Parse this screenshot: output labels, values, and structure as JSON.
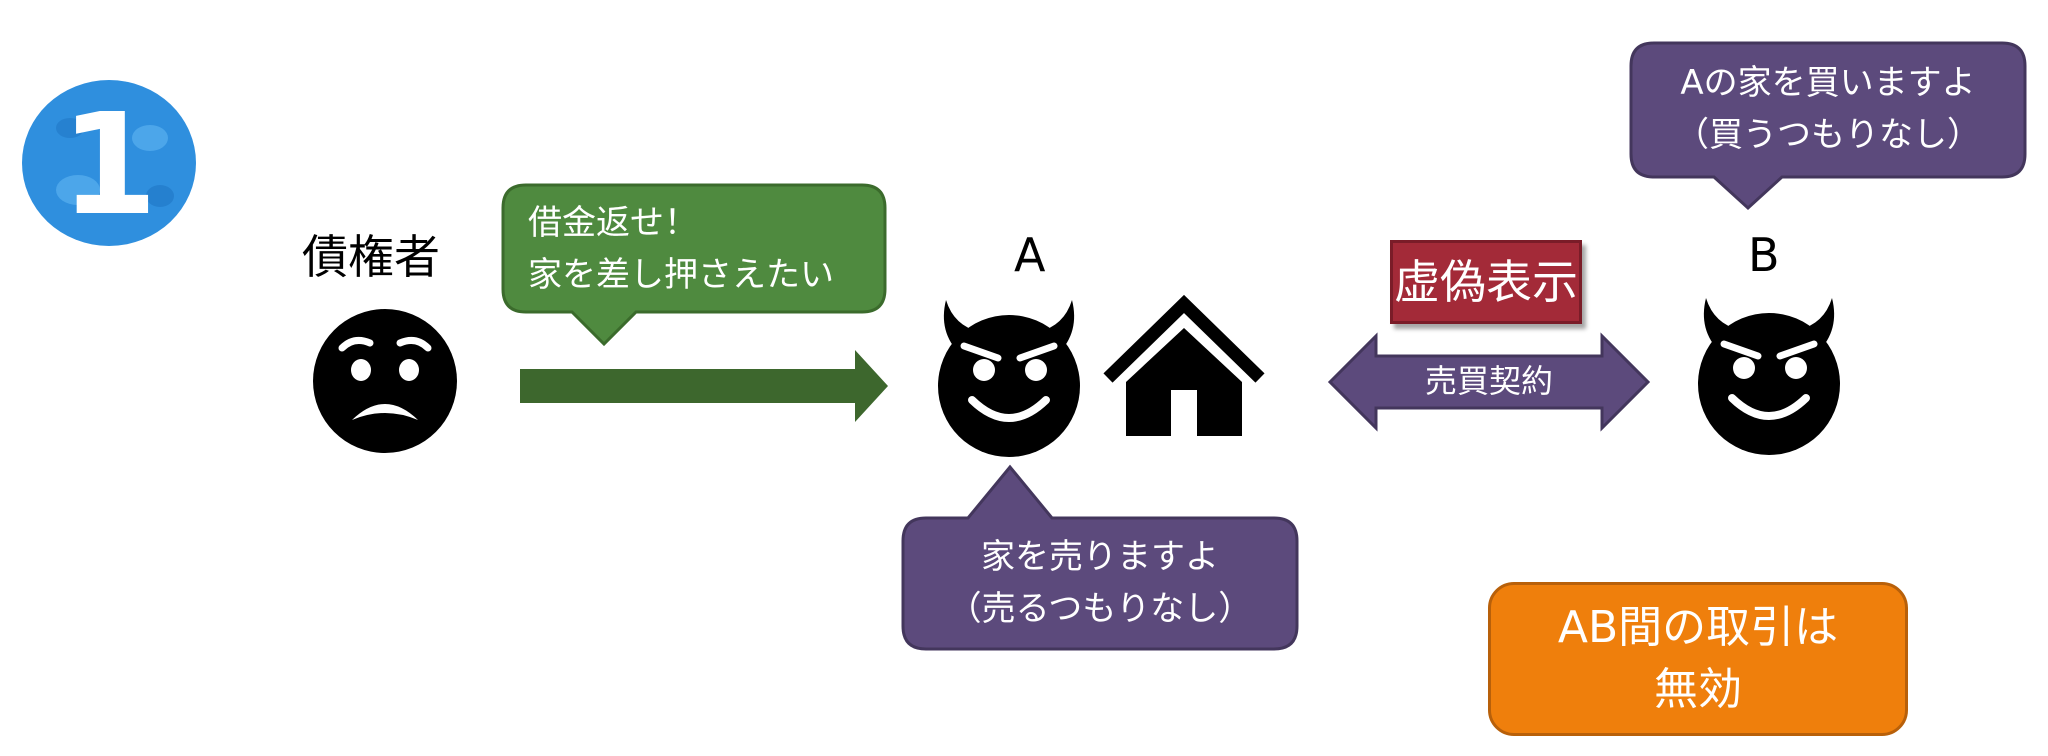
{
  "step_badge": {
    "number": "1",
    "color": "#2f8fde"
  },
  "creditor": {
    "label": "債権者",
    "icon": "anxious-face-icon"
  },
  "creditor_bubble": {
    "line1": "借金返せ！",
    "line2": "家を差し押さえたい",
    "color": "#4f8a3f"
  },
  "person_a": {
    "label": "A",
    "icon": "smiling-devil-icon",
    "house_icon": "house-icon"
  },
  "a_bubble": {
    "line1": "家を売りますよ",
    "line2": "（売るつもりなし）",
    "color": "#5c4a7c"
  },
  "person_b": {
    "label": "B",
    "icon": "smiling-devil-icon"
  },
  "b_bubble": {
    "line1": "Aの家を買いますよ",
    "line2": "（買うつもりなし）",
    "color": "#5c4a7c"
  },
  "false_display_label": "虚偽表示",
  "contract_arrow_label": "売買契約",
  "result": {
    "line1": "AB間の取引は",
    "line2": "無効",
    "color": "#ef7f0c"
  },
  "colors": {
    "green_arrow": "#3d672d",
    "purple_arrow": "#5c4a7c",
    "red_box": "#a32a38"
  }
}
